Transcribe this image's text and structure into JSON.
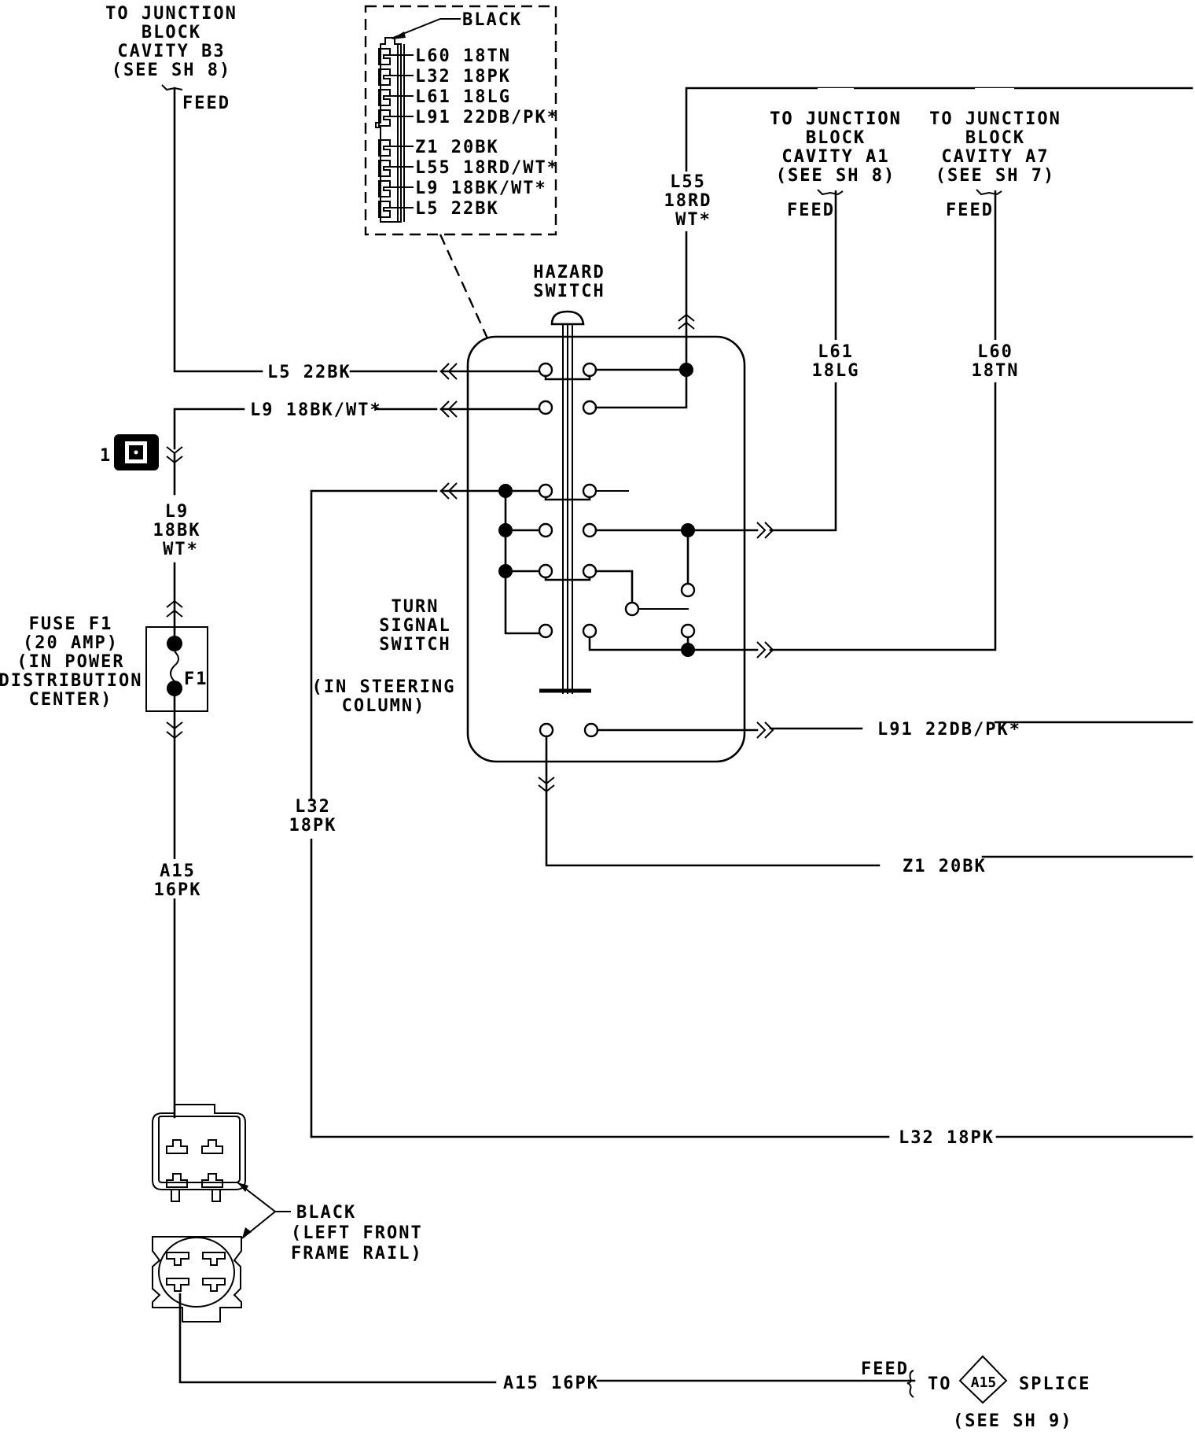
{
  "diagram": {
    "title": "Hazard / Turn Signal Switch Wiring",
    "colors": {
      "ink": "#000000",
      "paper": "#ffffff"
    },
    "top_left_feed": {
      "lines": [
        "TO JUNCTION",
        "BLOCK",
        "CAVITY B3",
        "(SEE SH 8)"
      ],
      "feed": "FEED"
    },
    "connector_callout": {
      "label": "BLACK",
      "pins": [
        "L60 18TN",
        "L32 18PK",
        "L61 18LG",
        "L91 22DB/PK*",
        "Z1 20BK",
        "L55 18RD/WT*",
        "L9 18BK/WT*",
        "L5 22BK"
      ]
    },
    "feed_a1": {
      "lines": [
        "TO JUNCTION",
        "BLOCK",
        "CAVITY A1",
        "(SEE SH 8)"
      ],
      "feed": "FEED"
    },
    "feed_a7": {
      "lines": [
        "TO JUNCTION",
        "BLOCK",
        "CAVITY A7",
        "(SEE SH 7)"
      ],
      "feed": "FEED"
    },
    "hazard_switch": {
      "lines": [
        "HAZARD",
        "SWITCH"
      ]
    },
    "turn_signal_switch": {
      "lines": [
        "TURN",
        "SIGNAL",
        "SWITCH"
      ],
      "location": [
        "(IN STEERING",
        "COLUMN)"
      ]
    },
    "wires": {
      "l5": "L5 22BK",
      "l9_h": "L9 18BK/WT*",
      "l9_v": [
        "L9",
        "18BK",
        "WT*"
      ],
      "l55_v": [
        "L55",
        "18RD",
        "WT*"
      ],
      "l61_v": [
        "L61",
        "18LG"
      ],
      "l60_v": [
        "L60",
        "18TN"
      ],
      "l91": "L91 22DB/PK*",
      "z1": "Z1 20BK",
      "l32_v": [
        "L32",
        "18PK"
      ],
      "l32_h": "L32 18PK",
      "a15_v": [
        "A15",
        "16PK"
      ],
      "a15_h": "A15 16PK"
    },
    "connector_id": "1",
    "fuse": {
      "lines": [
        "FUSE F1",
        "(20 AMP)",
        "(IN POWER",
        "DISTRIBUTION",
        "CENTER)"
      ],
      "id": "F1"
    },
    "frame_connector": {
      "lines": [
        "BLACK",
        "(LEFT FRONT",
        "FRAME RAIL)"
      ]
    },
    "splice": {
      "feed": "FEED",
      "to": "TO",
      "id": "A15",
      "label": "SPLICE",
      "see": "(SEE SH 9)"
    }
  }
}
